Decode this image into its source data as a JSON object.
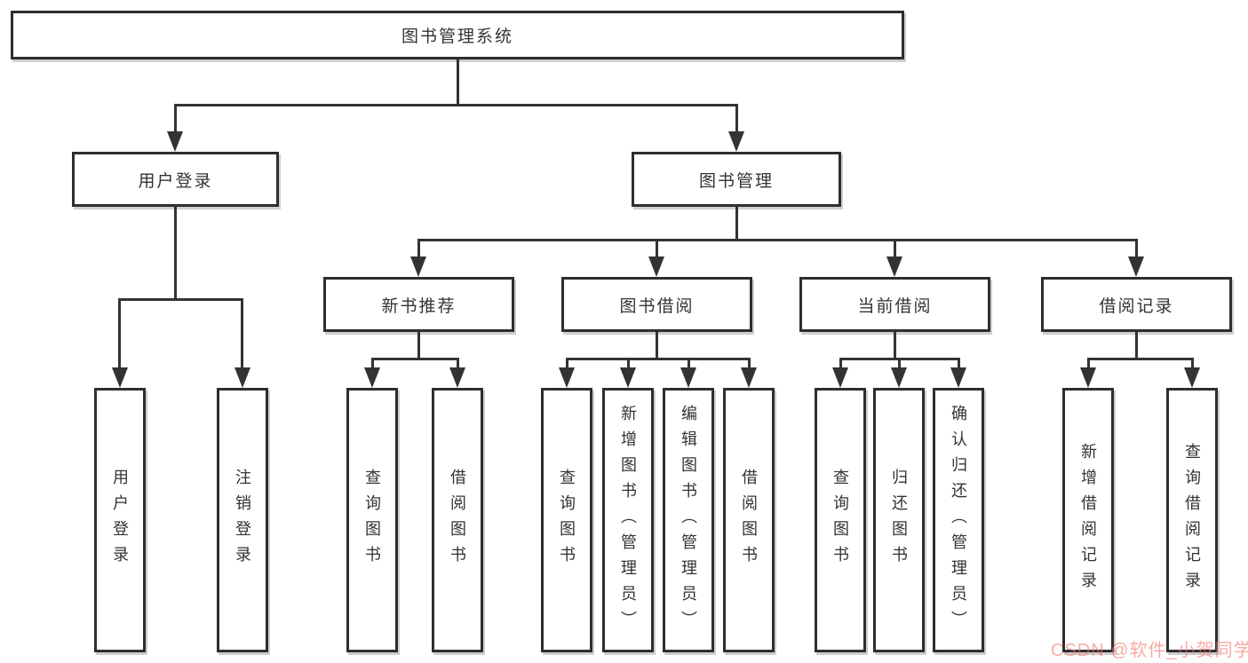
{
  "diagram": {
    "title": "图书管理系统",
    "root": {
      "label": "图书管理系统"
    },
    "branches": [
      {
        "label": "用户登录",
        "leaves": [
          "用户登录",
          "注销登录"
        ]
      },
      {
        "label": "图书管理",
        "sections": [
          {
            "label": "新书推荐",
            "leaves": [
              "查询图书",
              "借阅图书"
            ]
          },
          {
            "label": "图书借阅",
            "leaves": [
              "查询图书",
              "新增图书（管理员）",
              "编辑图书（管理员）",
              "借阅图书"
            ]
          },
          {
            "label": "当前借阅",
            "leaves": [
              "查询图书",
              "归还图书",
              "确认归还（管理员）"
            ]
          },
          {
            "label": "借阅记录",
            "leaves": [
              "新增借阅记录",
              "查询借阅记录"
            ]
          }
        ]
      }
    ],
    "line_color": "#333333",
    "border_color": "#2e2e2e",
    "background_color": "#ffffff"
  },
  "watermark": {
    "text": "CSDN @软件_小贺同学",
    "color": "#f0786e"
  }
}
